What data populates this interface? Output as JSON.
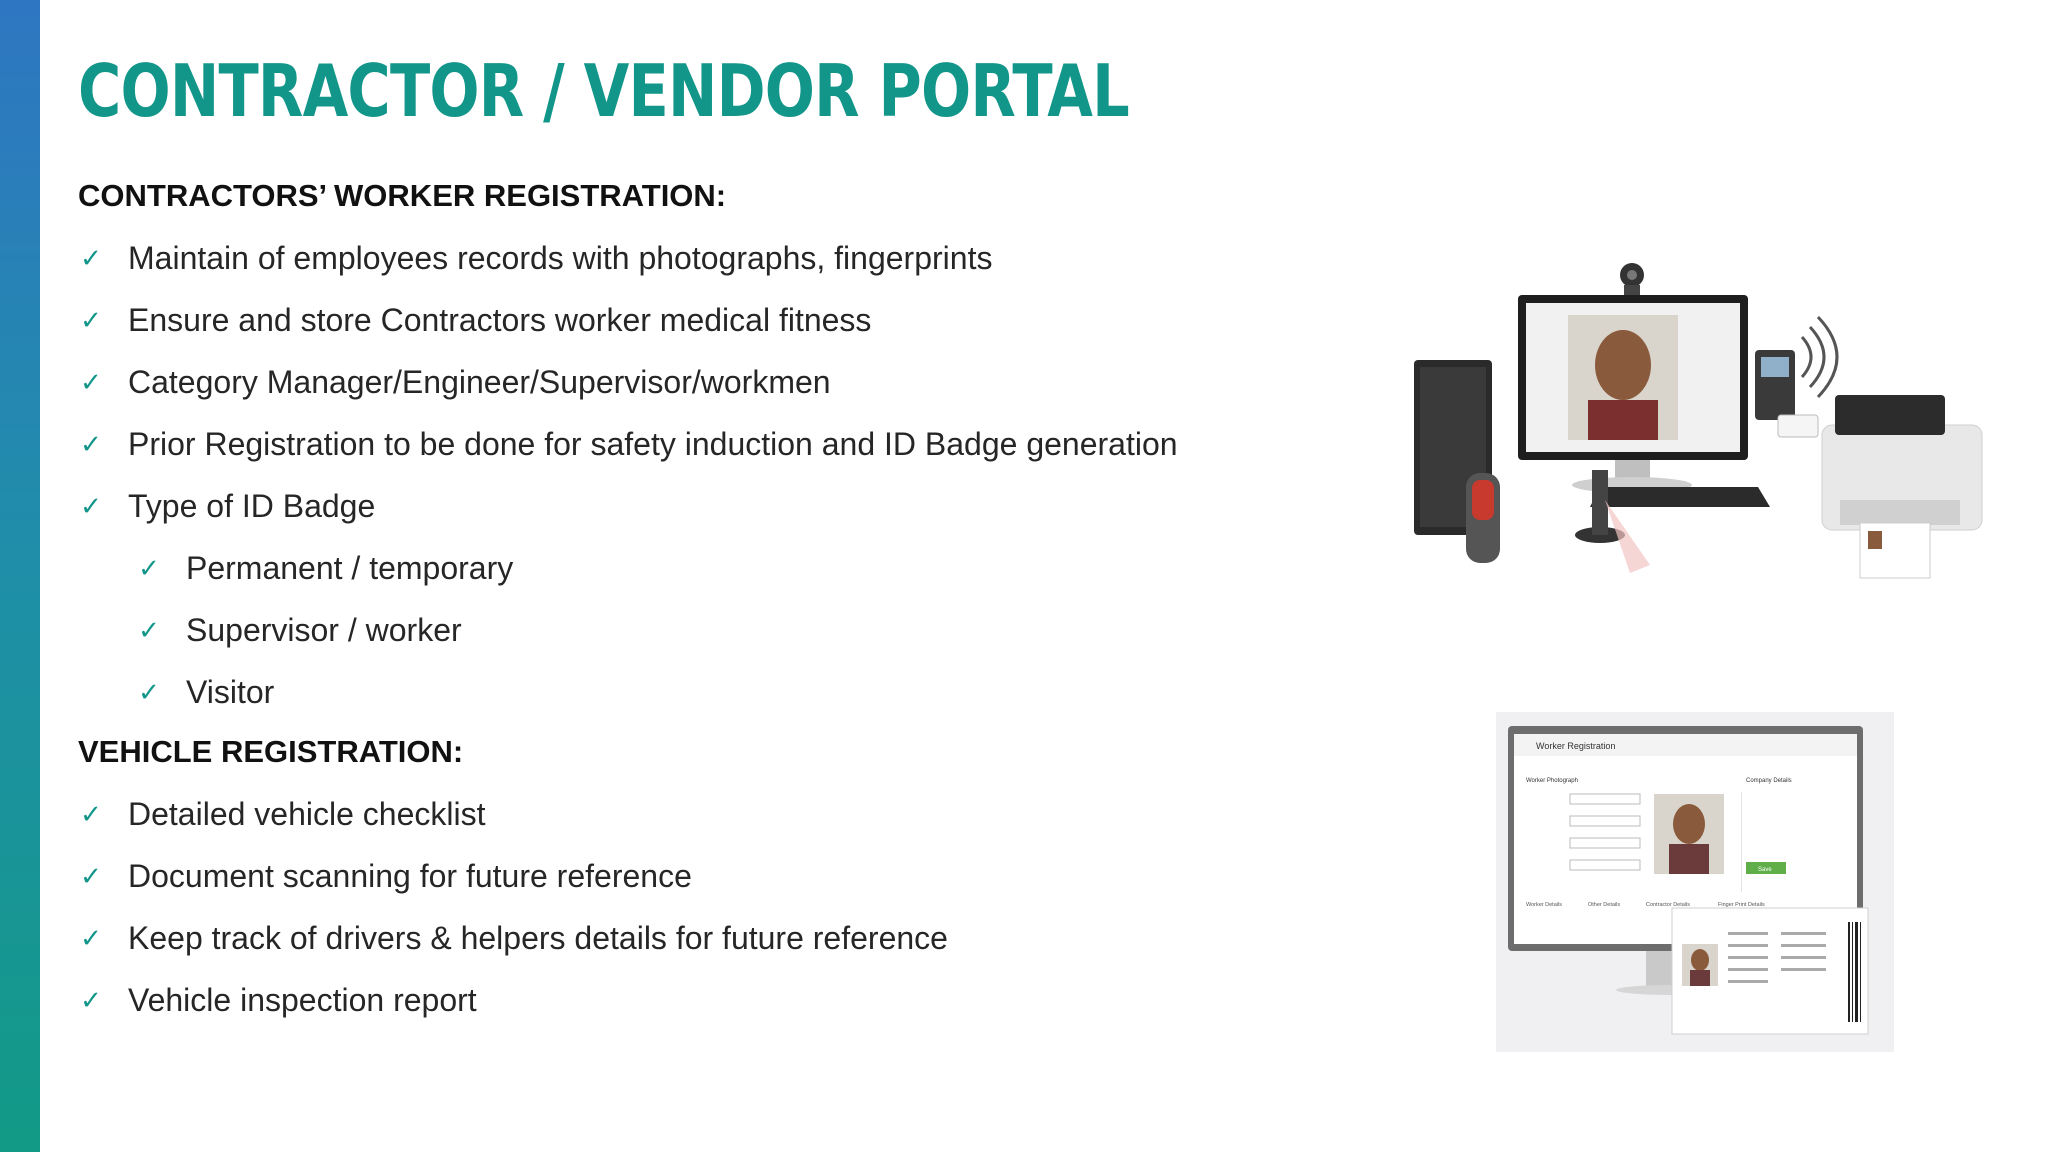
{
  "title": "CONTRACTOR / VENDOR PORTAL",
  "worker_section": {
    "heading": "CONTRACTORS’ WORKER REGISTRATION:",
    "items": [
      "Maintain of employees records with photographs, fingerprints",
      "Ensure and store Contractors worker medical fitness",
      "Category Manager/Engineer/Supervisor/workmen",
      "Prior Registration to be done for safety induction and ID Badge generation",
      "Type of ID Badge"
    ],
    "badge_types": [
      "Permanent / temporary",
      "Supervisor / worker",
      "Visitor"
    ]
  },
  "vehicle_section": {
    "heading": "VEHICLE REGISTRATION:",
    "items": [
      "Detailed vehicle checklist",
      "Document scanning for future reference",
      "Keep track of drivers & helpers details for future reference",
      "Vehicle inspection report"
    ]
  },
  "screen_image": {
    "form_title": "Worker Registration",
    "photo_label": "Worker Photograph",
    "company_label": "Company Details",
    "save_label": "Save",
    "tabs": [
      "Worker Details",
      "Other Details",
      "Contractor Details",
      "Finger Print Details"
    ]
  },
  "icons": {
    "bullet": "check-icon",
    "checkmark_glyph": "✓"
  },
  "colors": {
    "accent": "#13968a",
    "sidebar_top": "#2f76c2",
    "sidebar_bottom": "#129a86"
  }
}
